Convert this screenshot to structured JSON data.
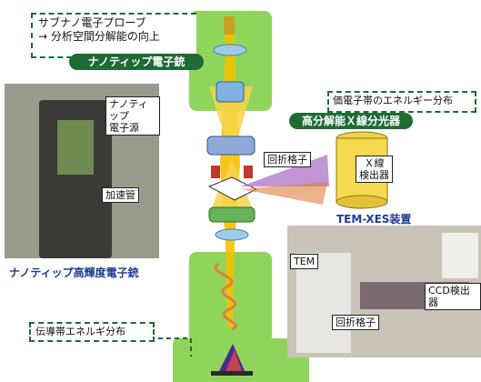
{
  "nanotip": {
    "line1": "サブナノ電子プローブ",
    "line2": "→ 分析空間分解能の向上",
    "title": "ナノティップ電子銃"
  },
  "spectrometer": {
    "desc": "価電子帯のエネルギー分布",
    "title": "高分解能Ｘ線分光器"
  },
  "photo_left": {
    "label_source_1": "ナノティップ",
    "label_source_2": "電子源",
    "label_tube": "加速管",
    "caption": "ナノティップ高輝度電子銃"
  },
  "column": {
    "grating_label": "回折格子",
    "detector_1": "Ｘ線",
    "detector_2": "検出器",
    "conduction_label": "伝導帯エネルギ分布"
  },
  "photo_right": {
    "caption": "TEM-XES装置",
    "label_tem": "TEM",
    "label_ccd": "CCD検出器",
    "label_grating": "回折格子"
  },
  "colors": {
    "green_box": "#8fd55c",
    "dark_green": "#1f6b35",
    "beam": "#f2c200",
    "caption_blue": "#1f3c96"
  }
}
